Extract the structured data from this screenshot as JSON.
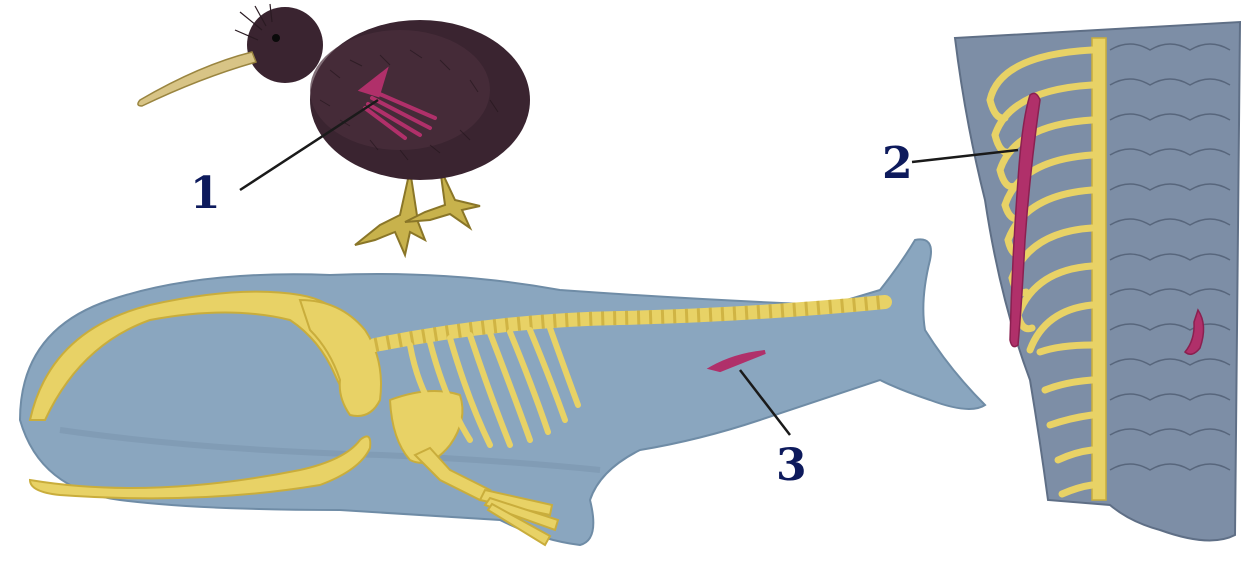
{
  "figure": {
    "labels": [
      {
        "id": "kiwi-wing",
        "text": "1"
      },
      {
        "id": "snake-hind-limb",
        "text": "2"
      },
      {
        "id": "whale-pelvis",
        "text": "3"
      }
    ]
  },
  "colors": {
    "background": "#ffffff",
    "label_text": "#0d1a5c",
    "bone": "#e8d266",
    "bone_outline": "#c9ad3c",
    "whale_body": "#8aa6bf",
    "snake_scales": "#7d8ea6",
    "kiwi_feathers": "#3a2430",
    "vestigial": "#b0306a",
    "leader_line": "#1a1a1a"
  }
}
